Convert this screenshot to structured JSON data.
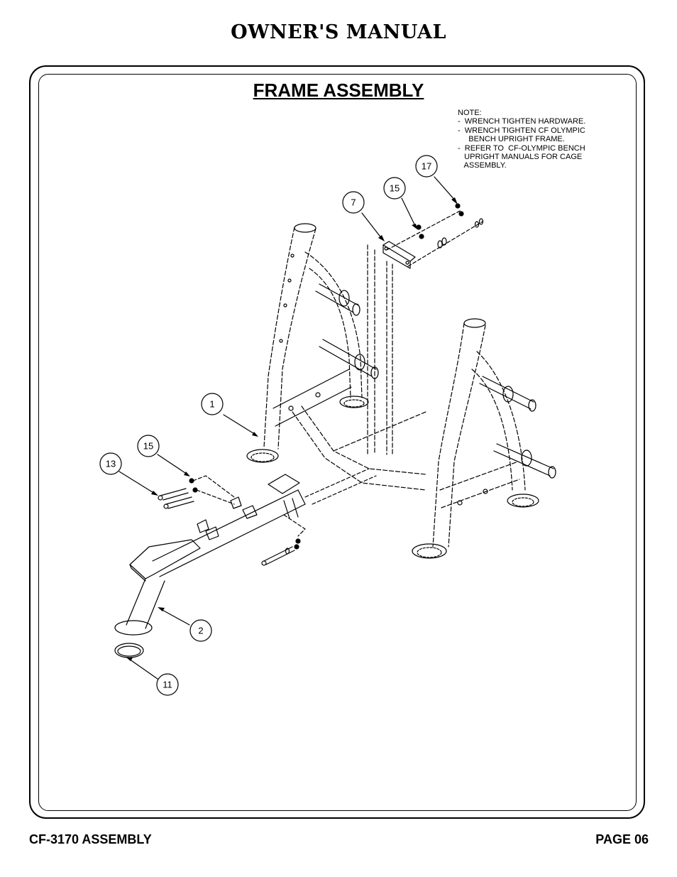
{
  "header": {
    "title": "OWNER'S MANUAL"
  },
  "section": {
    "title": "FRAME ASSEMBLY"
  },
  "note": {
    "lines": [
      "NOTE:",
      "-  WRENCH TIGHTEN HARDWARE.",
      "-  WRENCH TIGHTEN CF OLYMPIC",
      "     BENCH UPRIGHT FRAME.",
      "-  REFER TO  CF-OLYMPIC BENCH",
      "   UPRIGHT MANUALS FOR CAGE",
      "   ASSEMBLY."
    ]
  },
  "callouts": {
    "c17": "17",
    "c15_top": "15",
    "c7": "7",
    "c1": "1",
    "c15_left": "15",
    "c13": "13",
    "c2": "2",
    "c11": "11"
  },
  "footer": {
    "left": "CF-3170 ASSEMBLY",
    "right": "PAGE 06"
  }
}
